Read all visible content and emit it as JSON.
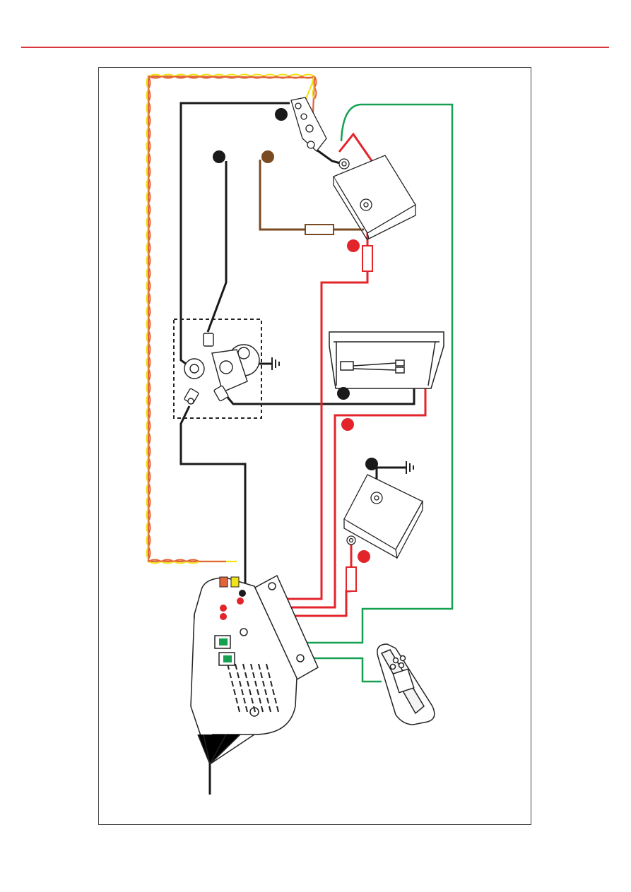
{
  "colors": {
    "header_rule": "#d9363e",
    "wire_black": "#1a1a1a",
    "wire_red": "#e3242b",
    "wire_green": "#14a050",
    "wire_brown": "#7a4a22",
    "wire_yellow": "#f2e21a",
    "wire_orange": "#e2643a",
    "fuse_red": "#e3242b",
    "fuse_brown": "#7a4a22",
    "marker_black": "#1a1a1a",
    "marker_red": "#e3242b",
    "marker_brown": "#7a4a22",
    "port_green": "#14a050",
    "port_red": "#e3242b",
    "port_orange": "#e2643a"
  },
  "diagram": {
    "components": [
      "ignition-switch-icon",
      "starter-battery-icon",
      "fuse-icon",
      "fan-motor-icon",
      "ground-icon",
      "fridge-box-icon",
      "auxiliary-battery-icon",
      "charger-unit-icon",
      "remote-display-icon"
    ],
    "markers": [
      "black",
      "black",
      "brown",
      "red",
      "black",
      "red",
      "black",
      "red"
    ]
  }
}
